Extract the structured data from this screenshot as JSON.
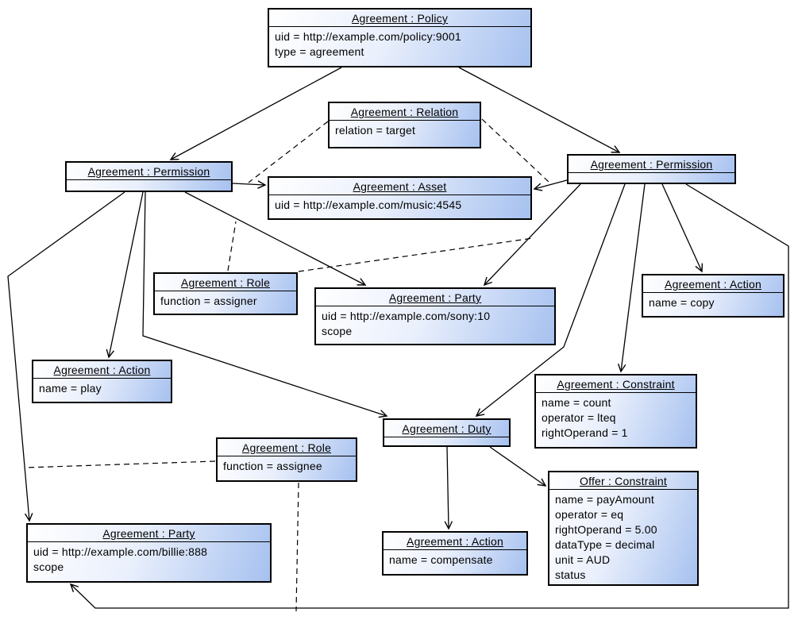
{
  "diagram": {
    "colors": {
      "box_fill_light": "#ffffff",
      "box_fill_blue": "#a6c1ef",
      "border": "#000000",
      "line": "#000000"
    },
    "nodes": {
      "policy": {
        "title": "Agreement : Policy",
        "attrs": [
          "uid = http://example.com/policy:9001",
          "type = agreement"
        ]
      },
      "relation": {
        "title": "Agreement : Relation",
        "attrs": [
          "relation = target"
        ]
      },
      "permissionLeft": {
        "title": "Agreement : Permission",
        "attrs": []
      },
      "asset": {
        "title": "Agreement : Asset",
        "attrs": [
          "uid = http://example.com/music:4545"
        ]
      },
      "permissionRight": {
        "title": "Agreement : Permission",
        "attrs": []
      },
      "roleAssigner": {
        "title": "Agreement : Role",
        "attrs": [
          "function = assigner"
        ]
      },
      "partySony": {
        "title": "Agreement : Party",
        "attrs": [
          "uid = http://example.com/sony:10",
          "scope"
        ]
      },
      "actionCopy": {
        "title": "Agreement : Action",
        "attrs": [
          "name = copy"
        ]
      },
      "actionPlay": {
        "title": "Agreement : Action",
        "attrs": [
          "name = play"
        ]
      },
      "constraintCount": {
        "title": "Agreement : Constraint",
        "attrs": [
          "name = count",
          "operator = lteq",
          "rightOperand = 1"
        ]
      },
      "duty": {
        "title": "Agreement : Duty",
        "attrs": []
      },
      "roleAssignee": {
        "title": "Agreement : Role",
        "attrs": [
          "function = assignee"
        ]
      },
      "offerConstraint": {
        "title": "Offer : Constraint",
        "attrs": [
          "name = payAmount",
          "operator = eq",
          "rightOperand = 5.00",
          "dataType = decimal",
          "unit = AUD",
          "status"
        ]
      },
      "partyBillie": {
        "title": "Agreement : Party",
        "attrs": [
          "uid = http://example.com/billie:888",
          "scope"
        ]
      },
      "actionCompensate": {
        "title": "Agreement : Action",
        "attrs": [
          "name = compensate"
        ]
      }
    },
    "edges": [
      {
        "from": "policy",
        "to": "permissionLeft",
        "style": "solid-arrow"
      },
      {
        "from": "policy",
        "to": "permissionRight",
        "style": "solid-arrow"
      },
      {
        "from": "permissionLeft",
        "to": "asset",
        "style": "solid-arrow"
      },
      {
        "from": "permissionRight",
        "to": "asset",
        "style": "solid-arrow"
      },
      {
        "from": "permissionLeft",
        "to": "actionPlay",
        "style": "solid-arrow"
      },
      {
        "from": "permissionLeft",
        "to": "partyBillie",
        "style": "solid-arrow"
      },
      {
        "from": "permissionLeft",
        "to": "duty",
        "style": "solid-arrow"
      },
      {
        "from": "permissionLeft",
        "to": "partySony",
        "style": "solid-arrow"
      },
      {
        "from": "permissionRight",
        "to": "partySony",
        "style": "solid-arrow"
      },
      {
        "from": "permissionRight",
        "to": "duty",
        "style": "solid-arrow"
      },
      {
        "from": "permissionRight",
        "to": "constraintCount",
        "style": "solid-arrow"
      },
      {
        "from": "permissionRight",
        "to": "actionCopy",
        "style": "solid-arrow"
      },
      {
        "from": "permissionRight",
        "to": "partyBillie",
        "style": "solid-arrow"
      },
      {
        "from": "duty",
        "to": "actionCompensate",
        "style": "solid-arrow"
      },
      {
        "from": "duty",
        "to": "offerConstraint",
        "style": "solid-arrow"
      },
      {
        "from": "relation",
        "to": "permissionLeft-asset-link",
        "style": "dashed"
      },
      {
        "from": "relation",
        "to": "permissionRight-asset-link",
        "style": "dashed"
      },
      {
        "from": "roleAssigner",
        "to": "permissionLeft-partySony-link",
        "style": "dashed"
      },
      {
        "from": "roleAssigner",
        "to": "permissionRight-partySony-link",
        "style": "dashed"
      },
      {
        "from": "roleAssignee",
        "to": "permissionLeft-partyBillie-link",
        "style": "dashed"
      },
      {
        "from": "roleAssignee",
        "to": "permissionRight-partyBillie-link",
        "style": "dashed"
      }
    ]
  }
}
